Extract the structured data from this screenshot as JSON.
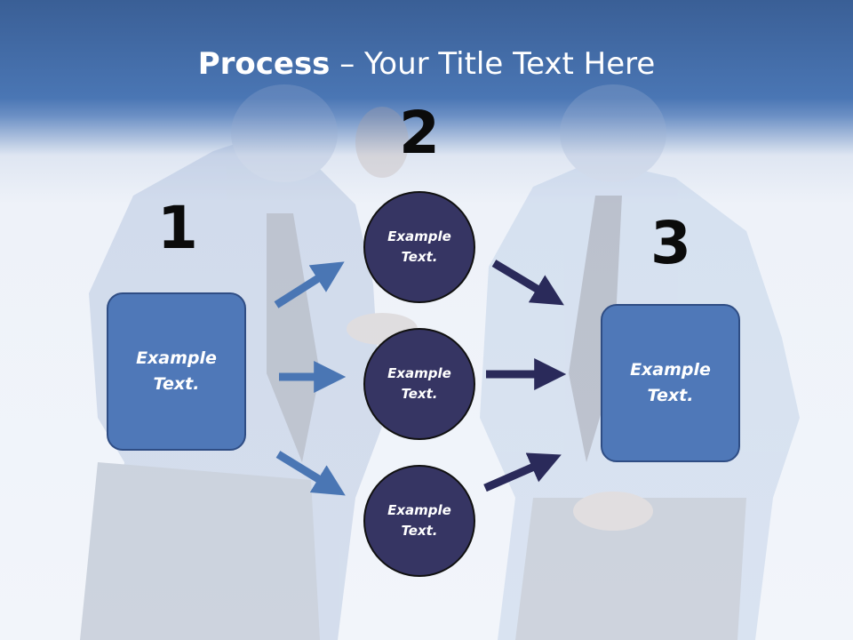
{
  "title": {
    "bold": "Process",
    "rest": " – Your Title Text Here"
  },
  "steps": {
    "one": "1",
    "two": "2",
    "three": "3"
  },
  "left_box": {
    "line1": "Example",
    "line2": "Text."
  },
  "circles": [
    {
      "line1": "Example",
      "line2": "Text."
    },
    {
      "line1": "Example",
      "line2": "Text."
    },
    {
      "line1": "Example",
      "line2": "Text."
    }
  ],
  "right_box": {
    "line1": "Example",
    "line2": "Text."
  },
  "colors": {
    "header": "#4a76b4",
    "box": "#4f78b8",
    "circle": "#363563",
    "arrow_light": "#4a76b4",
    "arrow_dark": "#2a2a5a"
  }
}
